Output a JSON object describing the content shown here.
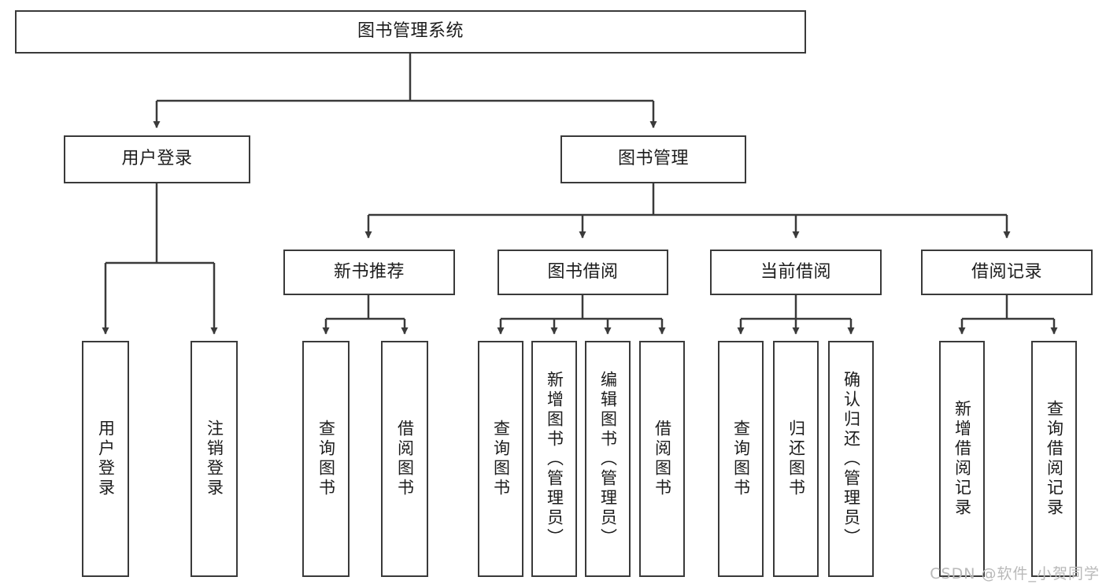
{
  "diagram": {
    "title": "图书管理系统",
    "type": "tree-hierarchy-diagram",
    "watermark": "CSDN @软件_小贺同学",
    "colors": {
      "box_border": "#3a3a3a",
      "box_fill": "#ffffff",
      "connector": "#3a3a3a",
      "text": "#1c1c1c",
      "watermark": "#b9b9b9",
      "background": "#ffffff"
    },
    "root": {
      "label": "图书管理系统"
    },
    "level2": [
      {
        "label": "用户登录"
      },
      {
        "label": "图书管理"
      }
    ],
    "level3": [
      {
        "label": "新书推荐"
      },
      {
        "label": "图书借阅"
      },
      {
        "label": "当前借阅"
      },
      {
        "label": "借阅记录"
      }
    ],
    "leaves": {
      "user_login": [
        {
          "label": "用户登录"
        },
        {
          "label": "注销登录"
        }
      ],
      "new_book_recommend": [
        {
          "label": "查询图书"
        },
        {
          "label": "借阅图书"
        }
      ],
      "book_borrow": [
        {
          "label": "查询图书"
        },
        {
          "label": "新增图书（管理员）"
        },
        {
          "label": "编辑图书（管理员）"
        },
        {
          "label": "借阅图书"
        }
      ],
      "current_borrow": [
        {
          "label": "查询图书"
        },
        {
          "label": "归还图书"
        },
        {
          "label": "确认归还（管理员）"
        }
      ],
      "borrow_record": [
        {
          "label": "新增借阅记录"
        },
        {
          "label": "查询借阅记录"
        }
      ]
    }
  }
}
